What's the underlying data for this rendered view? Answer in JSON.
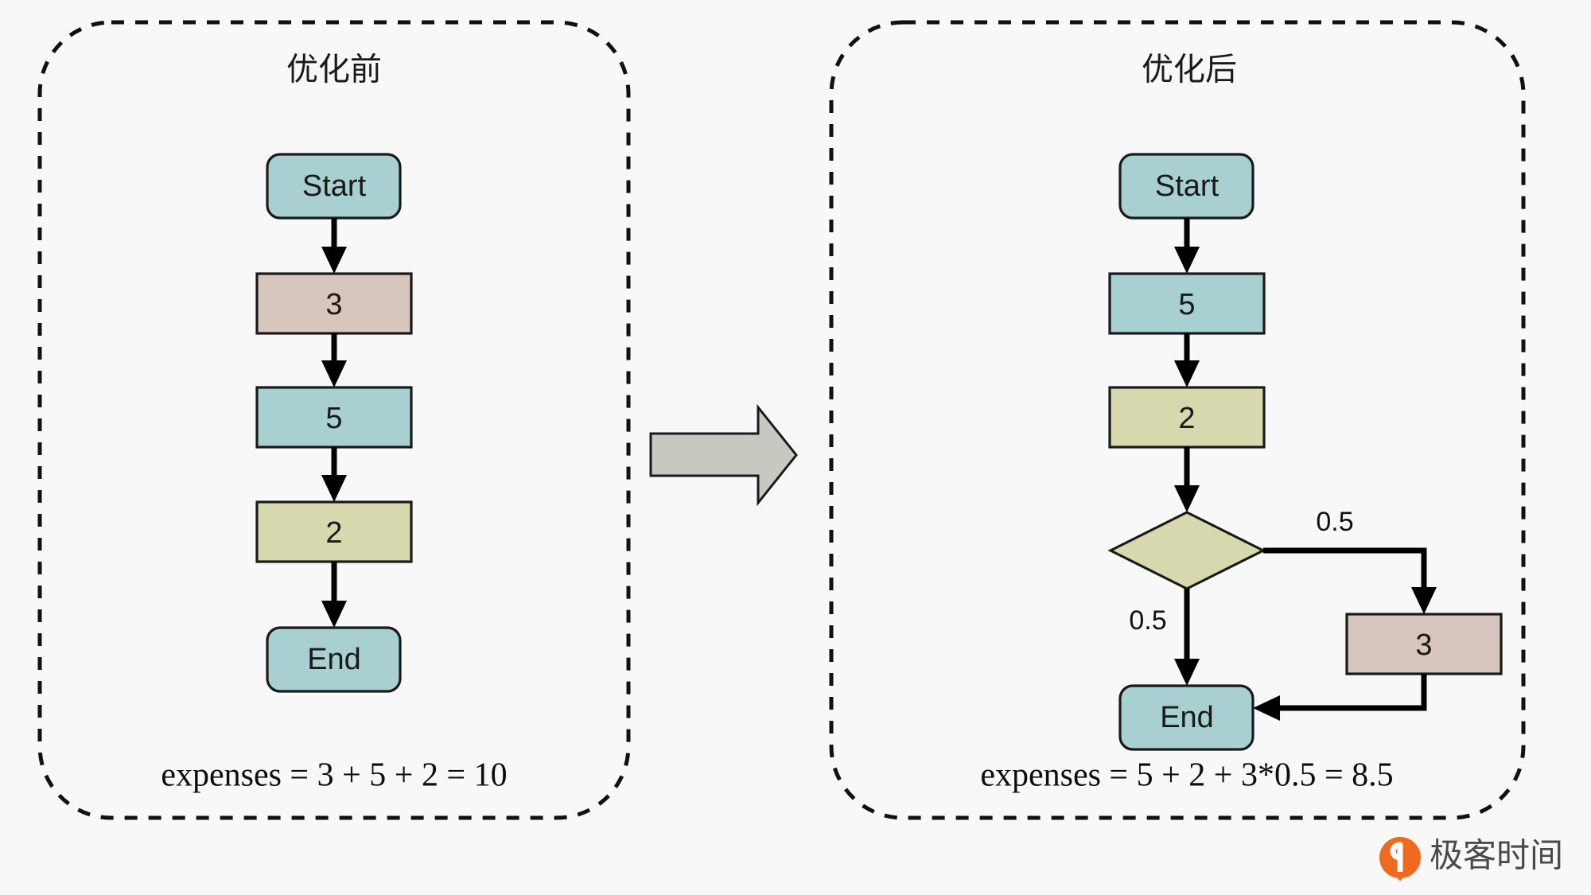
{
  "figure": {
    "background_color": "#f7f8f7",
    "watermark": {
      "text": "极客时间",
      "logo_color": "#ef6a1e",
      "logo_name": "geektime-logo-icon"
    }
  },
  "colors": {
    "teal": "#a9d0d1",
    "tan": "#d6c6bd",
    "khaki": "#d8d8ae",
    "gray_arrow": "#c7c9c0",
    "outline": "#1a1a1a",
    "panel_border": "#111111"
  },
  "panels": [
    {
      "id": "before",
      "title": "优化前",
      "formula": "expenses = 3 + 5 + 2 = 10",
      "nodes": [
        {
          "id": "start",
          "label": "Start",
          "shape": "rounded",
          "color": "#a9d0d1"
        },
        {
          "id": "n3",
          "label": "3",
          "shape": "rect",
          "color": "#d6c6bd"
        },
        {
          "id": "n5",
          "label": "5",
          "shape": "rect",
          "color": "#a9d0d1"
        },
        {
          "id": "n2",
          "label": "2",
          "shape": "rect",
          "color": "#d8d8ae"
        },
        {
          "id": "end",
          "label": "End",
          "shape": "rounded",
          "color": "#a9d0d1"
        }
      ],
      "edges": [
        {
          "from": "start",
          "to": "n3",
          "label": ""
        },
        {
          "from": "n3",
          "to": "n5",
          "label": ""
        },
        {
          "from": "n5",
          "to": "n2",
          "label": ""
        },
        {
          "from": "n2",
          "to": "end",
          "label": ""
        }
      ]
    },
    {
      "id": "after",
      "title": "优化后",
      "formula": "expenses = 5 + 2 + 3*0.5 = 8.5",
      "nodes": [
        {
          "id": "start",
          "label": "Start",
          "shape": "rounded",
          "color": "#a9d0d1"
        },
        {
          "id": "n5",
          "label": "5",
          "shape": "rect",
          "color": "#a9d0d1"
        },
        {
          "id": "n2",
          "label": "2",
          "shape": "rect",
          "color": "#d8d8ae"
        },
        {
          "id": "dec",
          "label": "",
          "shape": "diamond",
          "color": "#d8d8ae"
        },
        {
          "id": "n3",
          "label": "3",
          "shape": "rect",
          "color": "#d6c6bd"
        },
        {
          "id": "end",
          "label": "End",
          "shape": "rounded",
          "color": "#a9d0d1"
        }
      ],
      "edges": [
        {
          "from": "start",
          "to": "n5",
          "label": ""
        },
        {
          "from": "n5",
          "to": "n2",
          "label": ""
        },
        {
          "from": "n2",
          "to": "dec",
          "label": ""
        },
        {
          "from": "dec",
          "to": "end",
          "label": "0.5"
        },
        {
          "from": "dec",
          "to": "n3",
          "label": "0.5"
        },
        {
          "from": "n3",
          "to": "end",
          "label": ""
        }
      ]
    }
  ],
  "transition": {
    "name": "optimization-arrow",
    "direction": "right"
  }
}
